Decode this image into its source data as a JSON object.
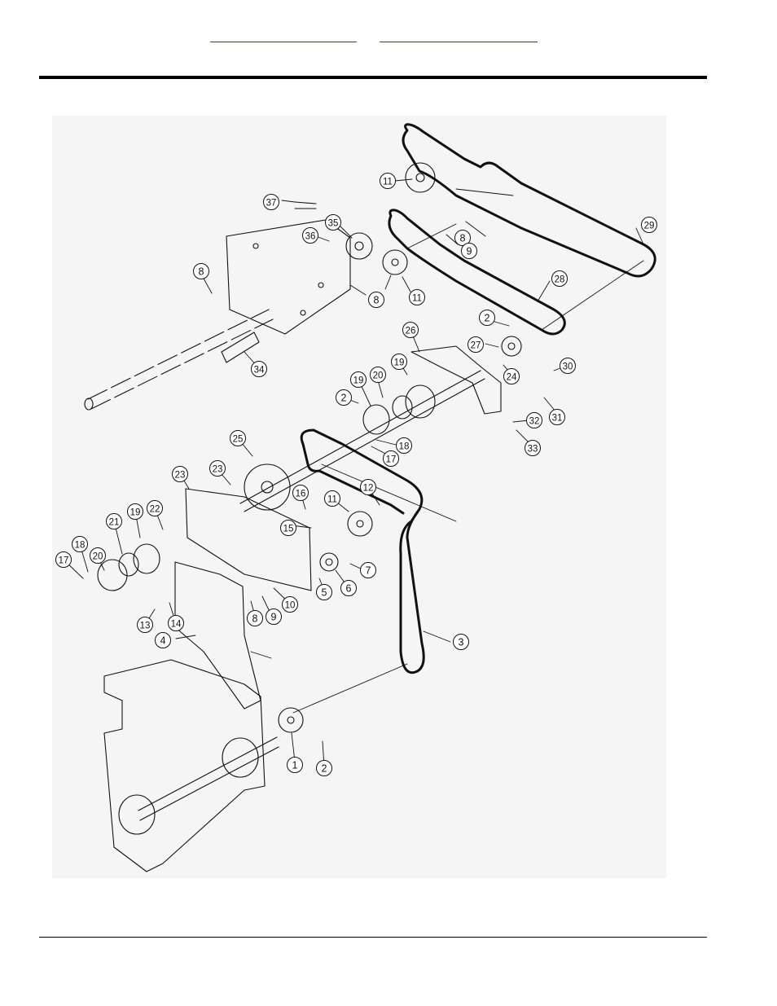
{
  "header": {
    "links": [
      "",
      ""
    ]
  },
  "callouts": [
    "1",
    "2",
    "2",
    "2",
    "3",
    "4",
    "5",
    "6",
    "7",
    "8",
    "8",
    "8",
    "8",
    "9",
    "9",
    "10",
    "11",
    "11",
    "11",
    "12",
    "13",
    "14",
    "15",
    "16",
    "17",
    "17",
    "18",
    "18",
    "19",
    "19",
    "19",
    "20",
    "20",
    "21",
    "22",
    "23",
    "23",
    "24",
    "25",
    "26",
    "27",
    "28",
    "29",
    "30",
    "31",
    "32",
    "33",
    "34",
    "35",
    "36",
    "37"
  ]
}
